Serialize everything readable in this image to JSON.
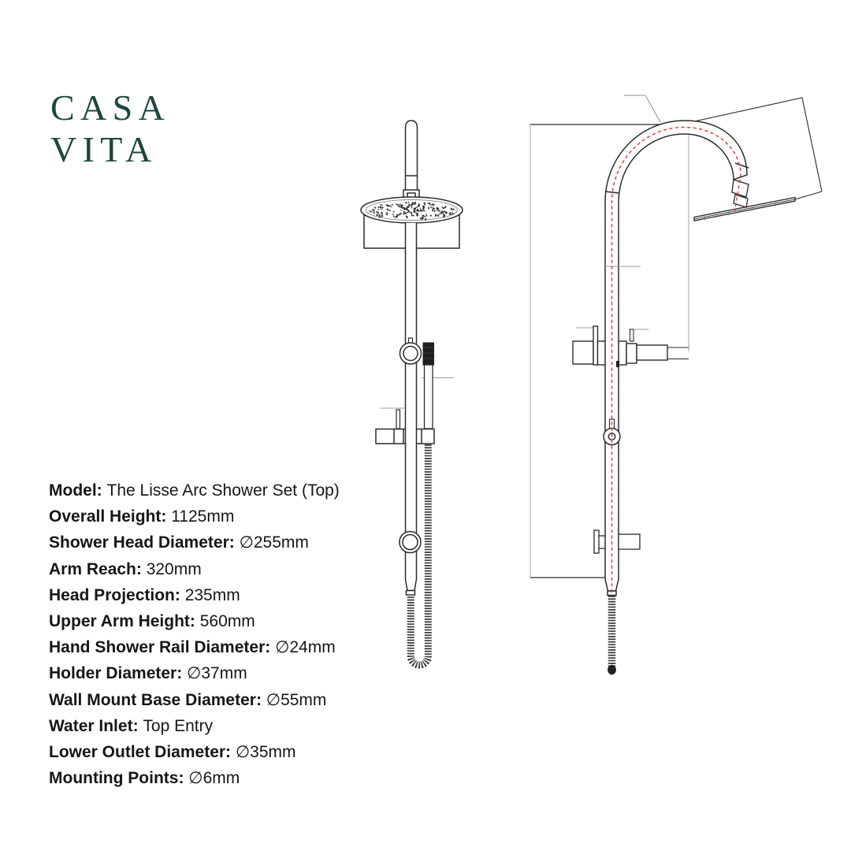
{
  "brand": {
    "line1": "CASA",
    "line2": "VITA",
    "color": "#1c463e"
  },
  "specs": {
    "items": [
      {
        "label": "Model:",
        "value": "The Lisse Arc Shower Set (Top)"
      },
      {
        "label": "Overall Height:",
        "value": "1125mm"
      },
      {
        "label": "Shower Head Diameter:",
        "value": "∅255mm"
      },
      {
        "label": "Arm Reach:",
        "value": "320mm"
      },
      {
        "label": "Head Projection:",
        "value": "235mm"
      },
      {
        "label": "Upper Arm Height:",
        "value": "560mm"
      },
      {
        "label": "Hand Shower Rail Diameter:",
        "value": "∅24mm"
      },
      {
        "label": "Holder Diameter:",
        "value": "∅37mm"
      },
      {
        "label": "Wall Mount Base Diameter:",
        "value": "∅55mm"
      },
      {
        "label": "Water Inlet:",
        "value": "Top Entry"
      },
      {
        "label": "Lower Outlet Diameter:",
        "value": "∅35mm"
      },
      {
        "label": "Mounting Points:",
        "value": "∅6mm"
      }
    ]
  },
  "drawing": {
    "views": [
      "front",
      "side"
    ],
    "line_color": "#2b2b2b",
    "hairline_color": "#999999",
    "centerline_color": "#e5352b"
  }
}
